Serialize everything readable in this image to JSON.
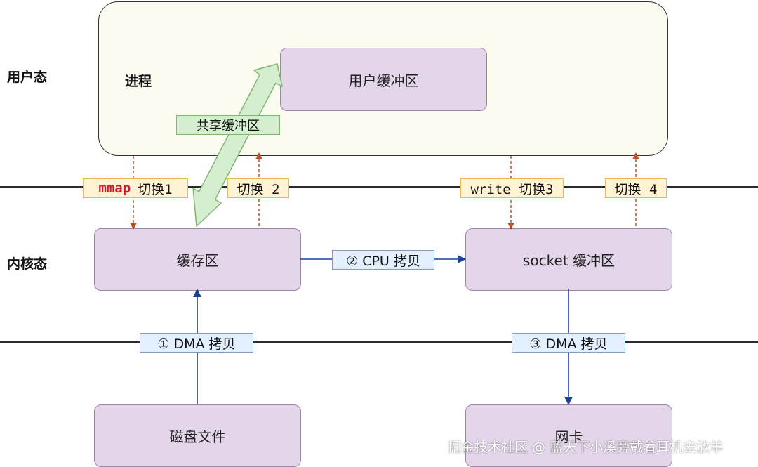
{
  "labels": {
    "user_mode": "用户态",
    "kernel_mode": "内核态",
    "process": "进程"
  },
  "boxes": {
    "user_buffer": "用户缓冲区",
    "cache": "缓存区",
    "socket_buffer": "socket 缓冲区",
    "disk_file": "磁盘文件",
    "nic": "网卡"
  },
  "shared_buffer": "共享缓冲区",
  "switches": {
    "mmap_keyword": "mmap",
    "switch1": "切换1",
    "switch2": "切换 2",
    "write_switch3": "write 切换3",
    "switch4": "切换 4"
  },
  "copies": {
    "cpu_copy": "② CPU 拷贝",
    "dma_copy_1": "① DMA 拷贝",
    "dma_copy_3": "③ DMA 拷贝"
  },
  "watermark": "掘金技术社区 @ 蓝天下小溪旁戴着耳机去放羊",
  "colors": {
    "box_fill": "#e4d6ea",
    "tag_fill": "#fff3d3",
    "copy_fill": "#e4efff",
    "shared_fill": "#d5eecf",
    "red_text": "#d2192b",
    "switch_arrow": "#b5542c",
    "copy_arrow": "#1f3f99"
  }
}
